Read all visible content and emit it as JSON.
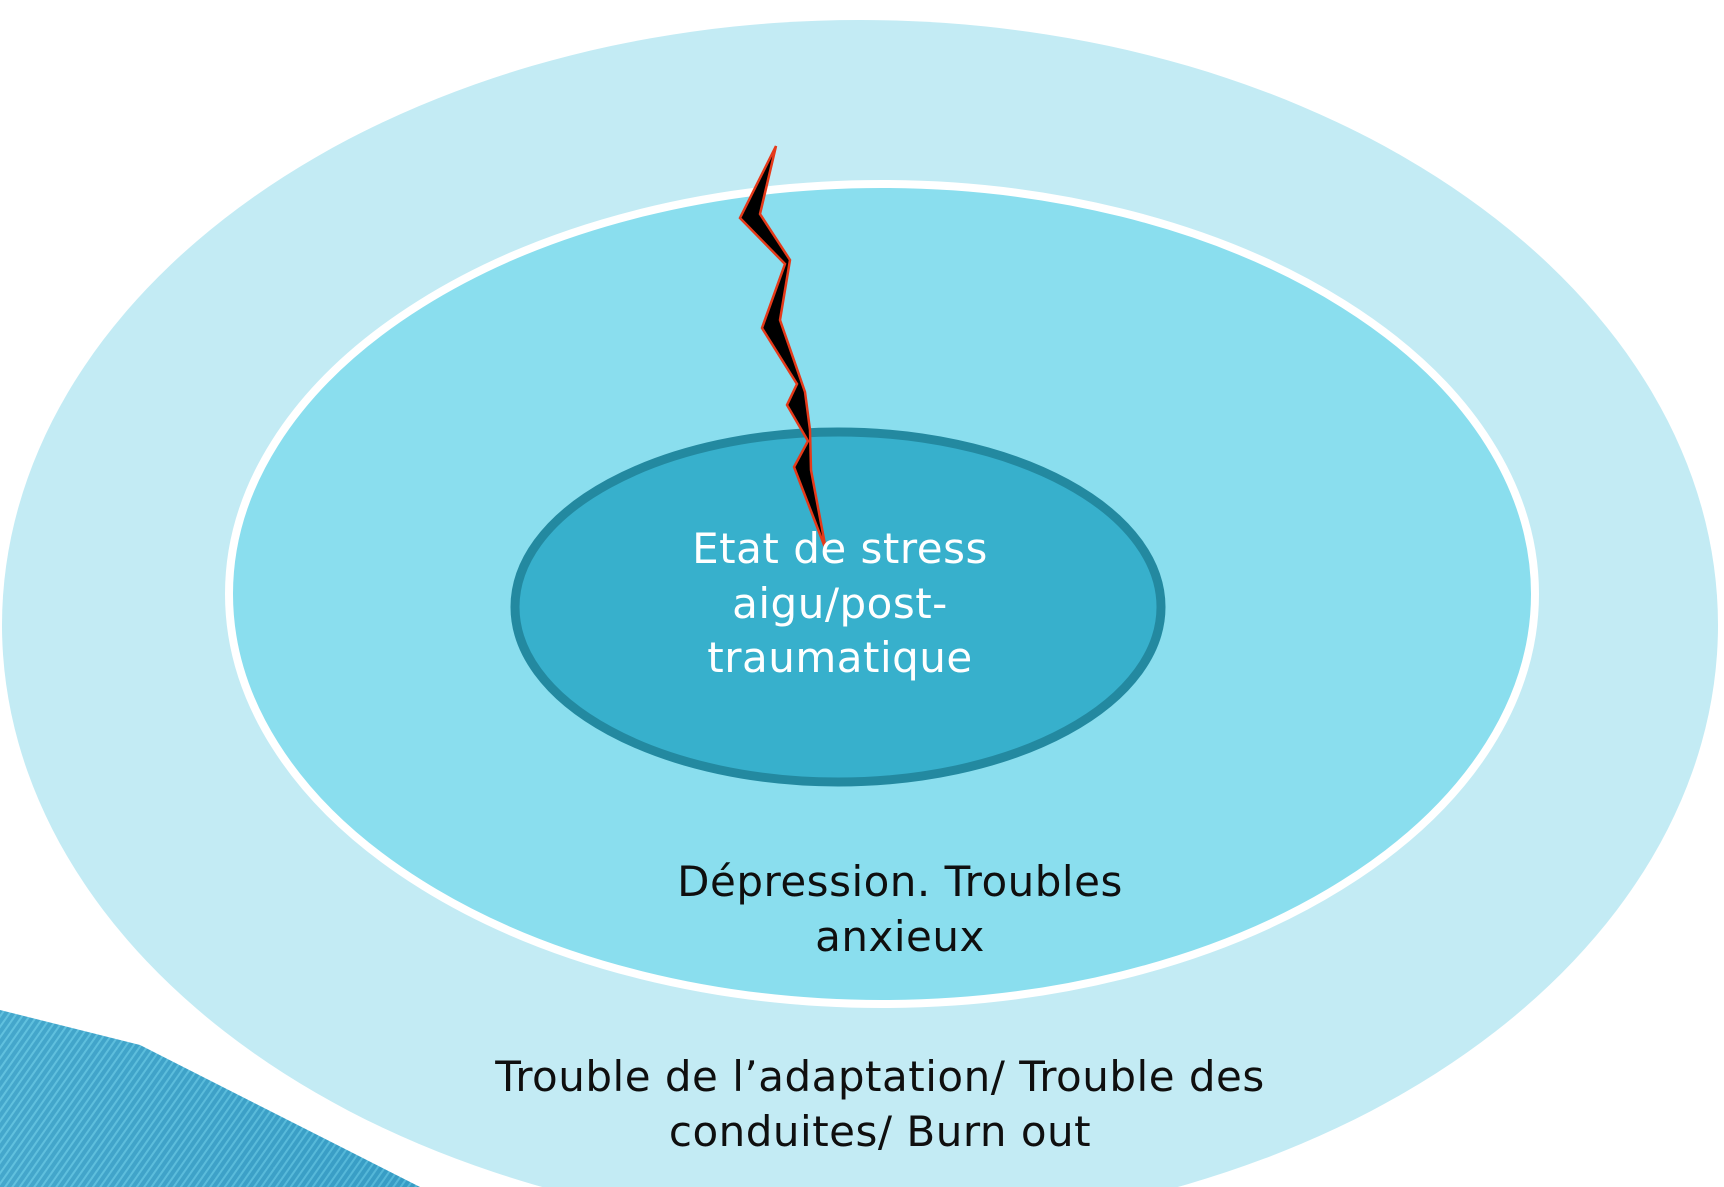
{
  "colors": {
    "outer_ellipse": "#c3ebf4",
    "middle_ellipse": "#8adeee",
    "middle_border": "#ffffff",
    "inner_ellipse": "#37b0cc",
    "inner_border": "#2389a0",
    "bolt_fill": "#000000",
    "bolt_stroke": "#e53a1a",
    "corner_wedge": "#3fa3c9"
  },
  "diagram": {
    "inner_label": "Etat de stress\naigu/post-\ntraumatique",
    "middle_label": "Dépression. Troubles\nanxieux",
    "outer_label": "Trouble de l’adaptation/ Trouble des\nconduites/ Burn out"
  },
  "decorations": {
    "bolt_icon": "lightning-bolt-icon",
    "corner_icon": "corner-wedge-decoration"
  }
}
